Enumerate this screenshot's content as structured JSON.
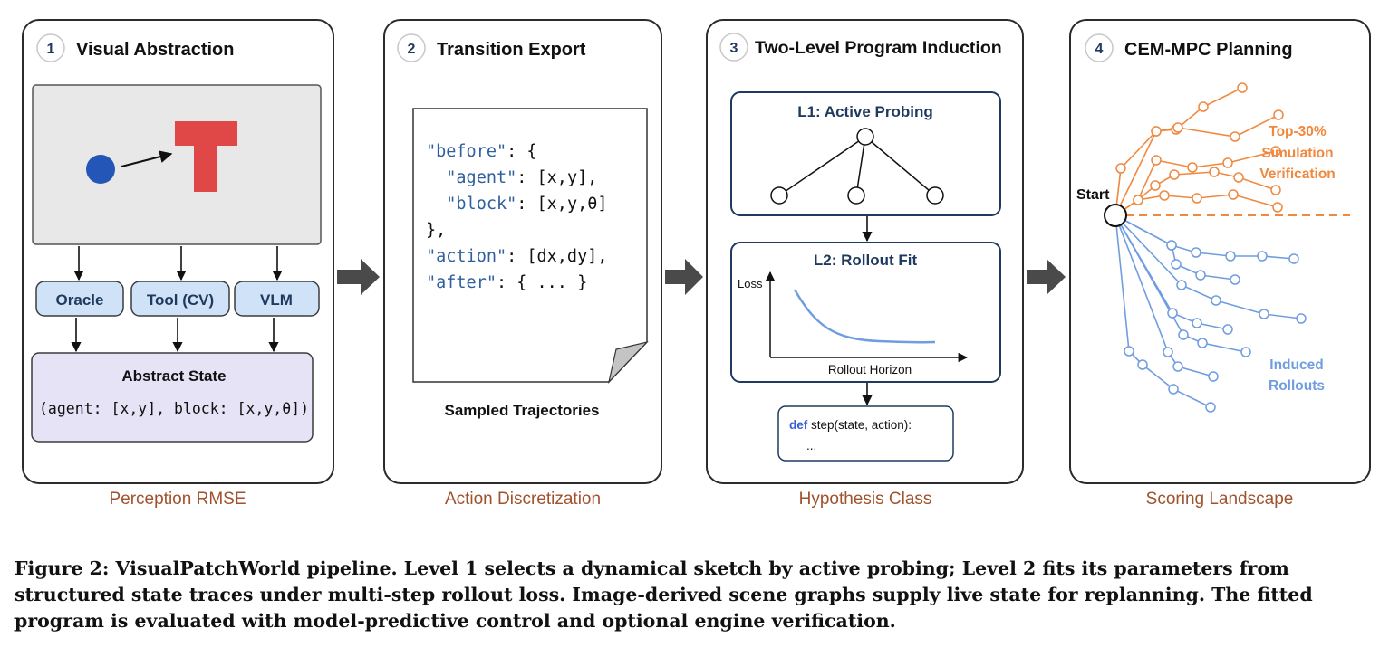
{
  "colors": {
    "panel_stroke": "#2b2b2b",
    "navy": "#1f3a5f",
    "brown_caption": "#a0522d",
    "orange": "#f0883e",
    "blue_light": "#6f9de0",
    "obs_blue": "#cfe2f7",
    "abstract_purple": "#e6e3f6",
    "screen_gray": "#e8e8e8",
    "agent_blue": "#2456b8",
    "block_red": "#e04848",
    "arrow_gray": "#4a4a4a",
    "json_key": "#2f5f9e"
  },
  "panels": [
    {
      "number": "1",
      "title": "Visual Abstraction",
      "footer": "Perception RMSE"
    },
    {
      "number": "2",
      "title": "Transition Export",
      "footer": "Action Discretization"
    },
    {
      "number": "3",
      "title": "Two-Level Program Induction",
      "footer": "Hypothesis Class"
    },
    {
      "number": "4",
      "title": "CEM-MPC Planning",
      "footer": "Scoring Landscape"
    }
  ],
  "p1": {
    "sources": [
      "Oracle",
      "Tool (CV)",
      "VLM"
    ],
    "abstract_title": "Abstract State",
    "abstract_text": "(agent: [x,y], block: [x,y,θ])"
  },
  "p2": {
    "json_lines": [
      [
        {
          "t": "\"before\"",
          "k": true
        },
        {
          "t": ": {",
          "k": false
        }
      ],
      [
        {
          "t": "  \"agent\"",
          "k": true
        },
        {
          "t": ": [x,y],",
          "k": false
        }
      ],
      [
        {
          "t": "  \"block\"",
          "k": true
        },
        {
          "t": ": [x,y,θ]",
          "k": false
        }
      ],
      [
        {
          "t": "},",
          "k": false
        }
      ],
      [
        {
          "t": "\"action\"",
          "k": true
        },
        {
          "t": ": [dx,dy],",
          "k": false
        }
      ],
      [
        {
          "t": "\"after\"",
          "k": true
        },
        {
          "t": ": { ... }",
          "k": false
        }
      ]
    ],
    "doc_label": "Sampled Trajectories"
  },
  "p3": {
    "l1_title": "L1: Active Probing",
    "l2_title": "L2: Rollout Fit",
    "y_axis": "Loss",
    "x_axis": "Rollout Horizon",
    "code_kw": "def",
    "code_line1": " step(state, action):",
    "code_line2": "..."
  },
  "p4": {
    "start_label": "Start",
    "top_label": [
      "Top-30%",
      "Simulation",
      "Verification"
    ],
    "induced_label": [
      "Induced",
      "Rollouts"
    ]
  },
  "caption": "Figure 2: VisualPatchWorld pipeline. Level 1 selects a dynamical sketch by active probing; Level 2 fits its parameters from structured state traces under multi-step rollout loss. Image-derived scene graphs supply live state for replanning. The fitted program is evaluated with model-predictive control and optional engine verification."
}
